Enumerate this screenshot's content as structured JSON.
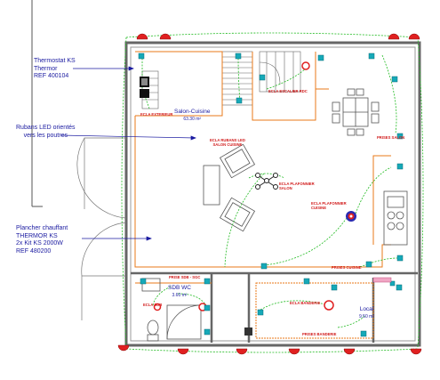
{
  "annotations": {
    "thermostat": [
      "Thermostat KS",
      "Thermor",
      "REF 400104"
    ],
    "rubans": [
      "Rubans LED orientés",
      "vers les poutres"
    ],
    "plancher": [
      "Plancher chauffant",
      "THERMOR KS",
      "2x Kit KS 2000W",
      "REF 480200"
    ]
  },
  "rooms": {
    "salon": {
      "name": "Salon-Cuisine",
      "area": "63.30 m²"
    },
    "sdb": {
      "name": "SDB WC",
      "area": "3.60 m²"
    },
    "local": {
      "name": "Local",
      "area": "9.50 m²"
    }
  },
  "circuit_labels": {
    "ecla_exterieur": "ECLA EXTERIEUR",
    "ecla_escalier": "ECLA ESCALIER RDC",
    "prises_salon": "PRISES SALON",
    "ecla_rubans_1": "ECLA RUBANS LED",
    "ecla_rubans_2": "SALON CUISINE",
    "ecla_plafonnier_1": "ECLA PLAFONNIER",
    "ecla_plafonnier_2": "SALON",
    "ecla_plaf_cuisine_1": "ECLA PLAFONNIER",
    "ecla_plaf_cuisine_2": "CUISINE",
    "prises_cuisine": "PRISES CUISINE",
    "prise_sdb": "PRISE SDB - SGC",
    "ecla_sdb": "ECLA SDB",
    "ecla_banderie": "ECLA BANDERIE",
    "prises_banderie": "PRISES BANDERIE"
  },
  "colors": {
    "wall": "#555555",
    "annotation": "#1a1aa0",
    "circuit": "#22bb22",
    "heating": "#e87a1a",
    "light_fixture": "#e02020",
    "outlet": "#16a9b8"
  }
}
